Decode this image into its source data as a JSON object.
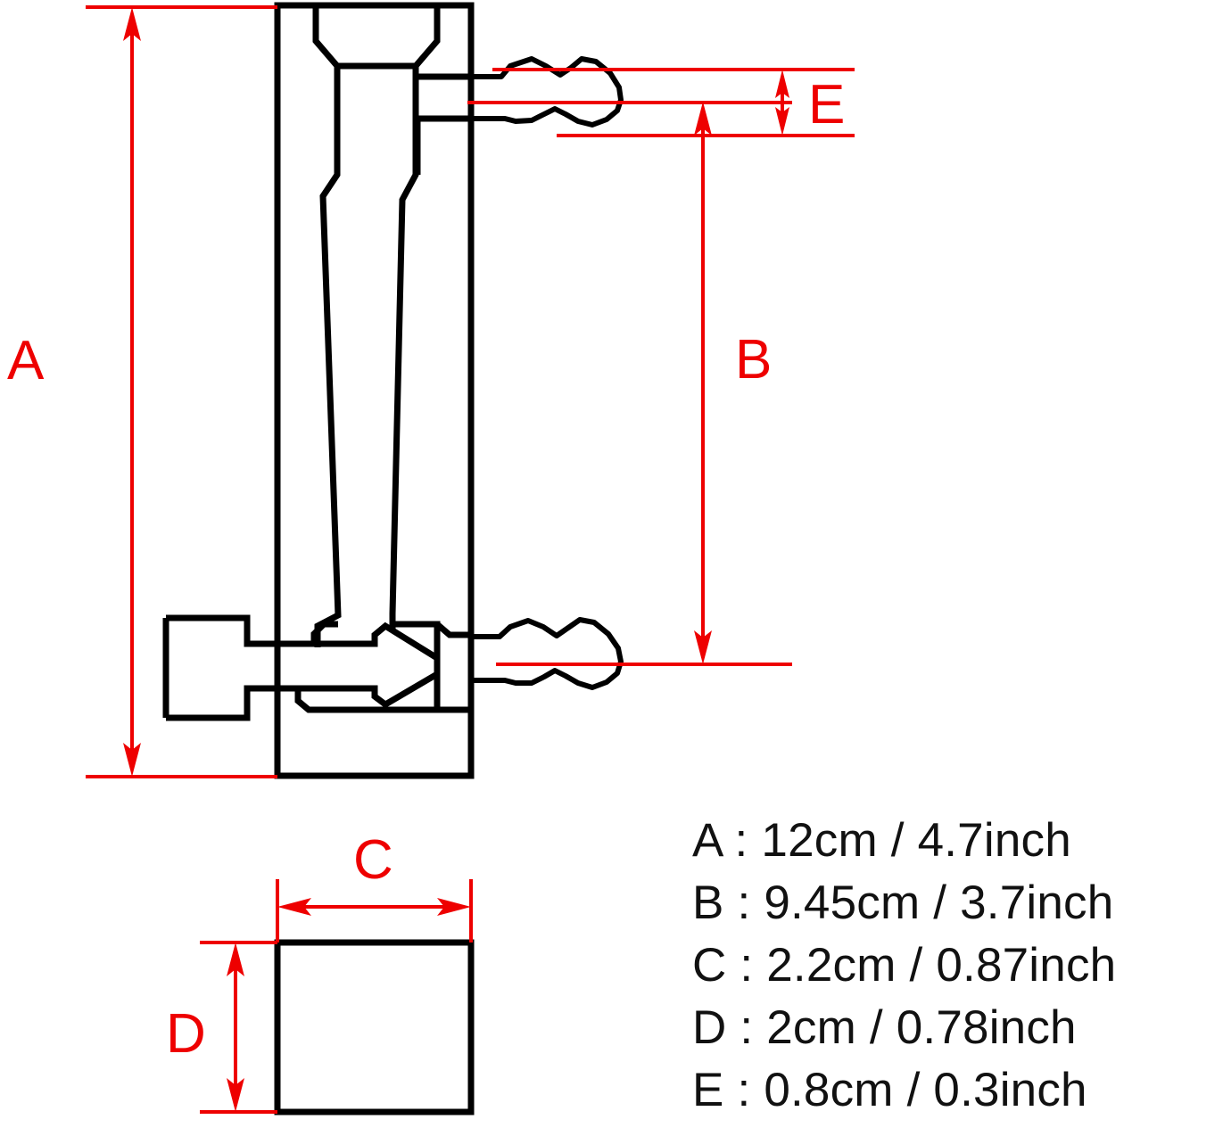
{
  "drawing": {
    "title": "Product dimension drawing",
    "background_color": "#ffffff",
    "outline_color": "#000000",
    "dimension_color": "#ee0000",
    "views": [
      {
        "name": "front-section-view",
        "label": "front sectional view of valve body"
      },
      {
        "name": "bottom-cross-section-view",
        "label": "cross-section rectangle view"
      }
    ]
  },
  "dimension_labels": {
    "a": "A",
    "b": "B",
    "c": "C",
    "d": "D",
    "e": "E"
  },
  "legend": {
    "rows": [
      {
        "key": "A",
        "text": "A : 12cm / 4.7inch"
      },
      {
        "key": "B",
        "text": "B : 9.45cm / 3.7inch"
      },
      {
        "key": "C",
        "text": "C : 2.2cm / 0.87inch"
      },
      {
        "key": "D",
        "text": "D : 2cm / 0.78inch"
      },
      {
        "key": "E",
        "text": "E : 0.8cm / 0.3inch"
      }
    ]
  },
  "chart_data": {
    "type": "table",
    "title": "Dimension callouts",
    "categories": [
      "A",
      "B",
      "C",
      "D",
      "E"
    ],
    "series": [
      {
        "name": "centimeters",
        "values": [
          12,
          9.45,
          2.2,
          2,
          0.8
        ]
      },
      {
        "name": "inches",
        "values": [
          4.7,
          3.7,
          0.87,
          0.78,
          0.3
        ]
      }
    ],
    "units": [
      "cm",
      "inch"
    ],
    "annotations": [
      "A : 12cm / 4.7inch",
      "B : 9.45cm / 3.7inch",
      "C : 2.2cm / 0.87inch",
      "D : 2cm / 0.78inch",
      "E : 0.8cm / 0.3inch"
    ]
  }
}
